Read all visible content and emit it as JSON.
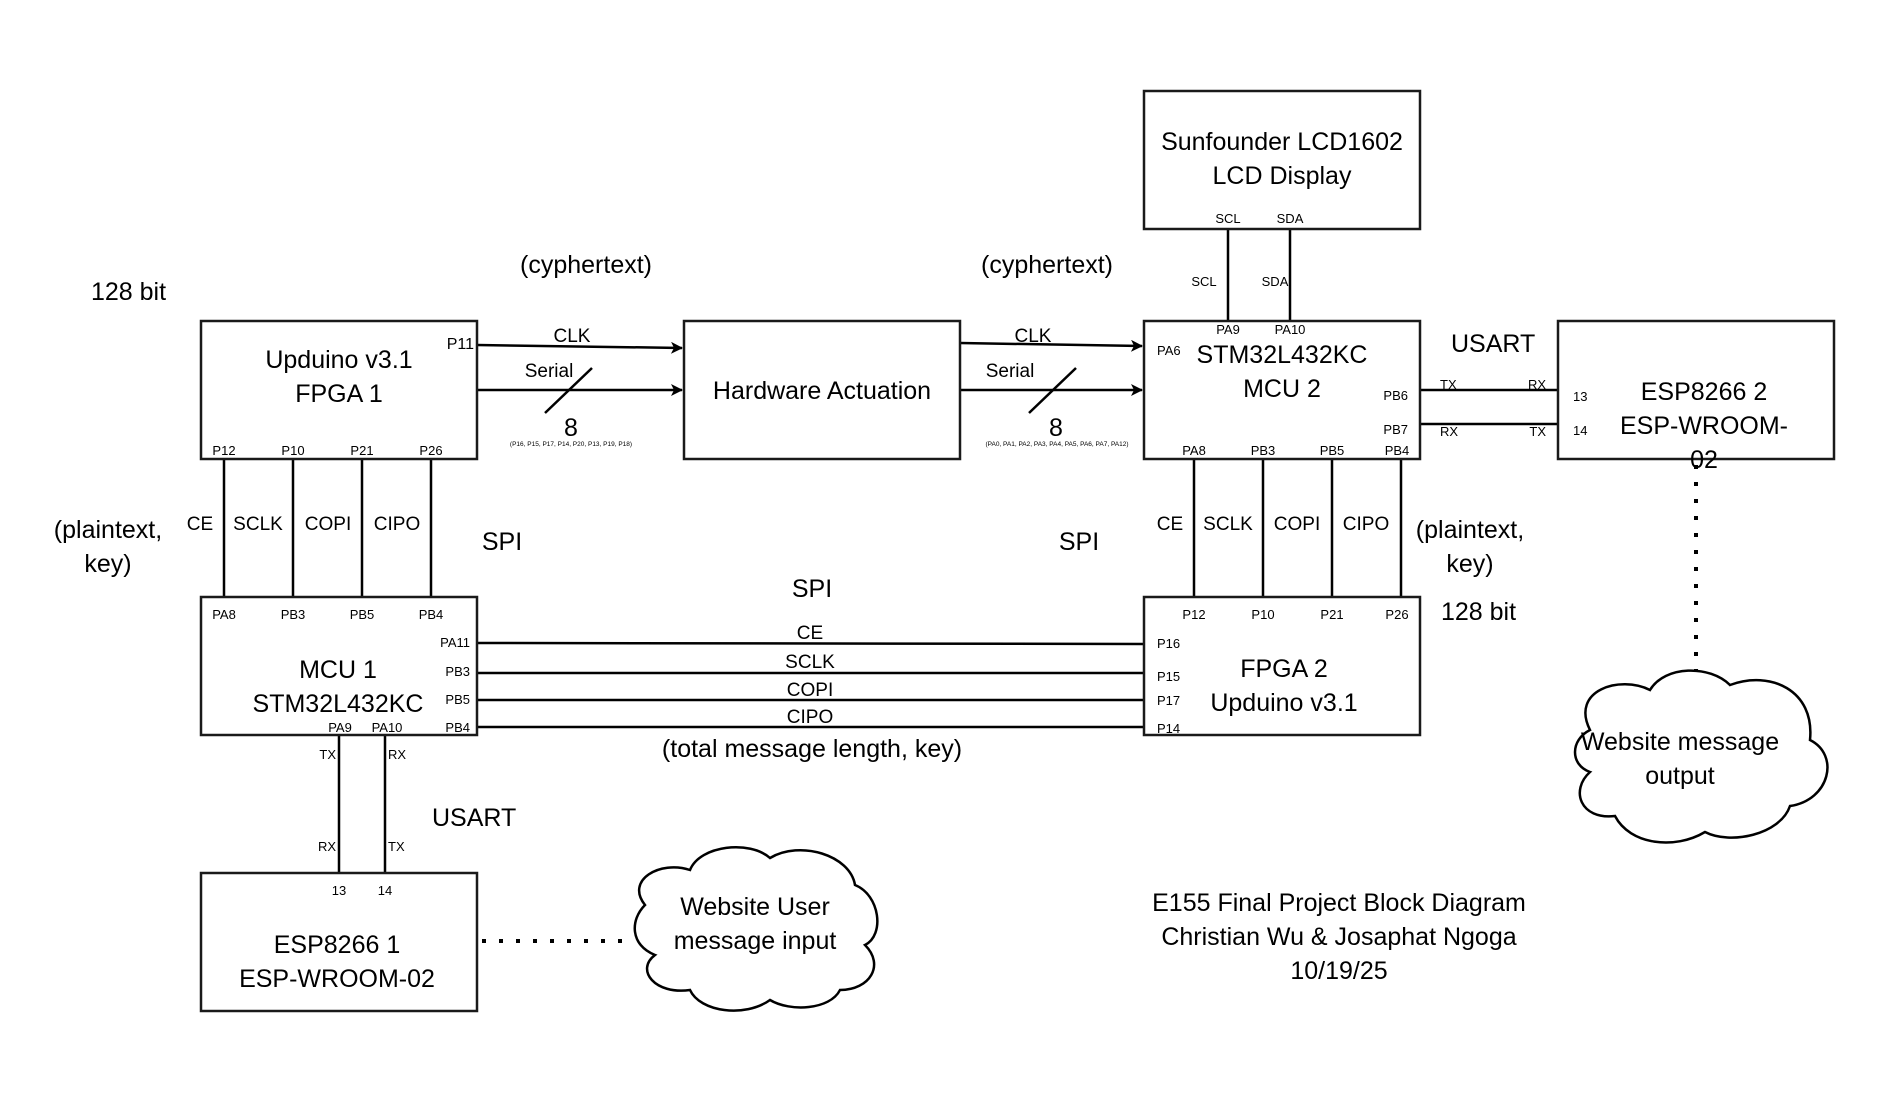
{
  "title": "E155 Final Project Block Diagram",
  "footer": {
    "line1": "E155 Final Project Block Diagram",
    "line2": "Christian Wu & Josaphat Ngoga",
    "line3": "10/19/25"
  },
  "blocks": {
    "fpga1": {
      "line1": "Upduino v3.1",
      "line2": "FPGA 1",
      "pins": {
        "clk": "P11",
        "bottom": [
          "P12",
          "P10",
          "P21",
          "P26"
        ]
      }
    },
    "hw": {
      "label": "Hardware Actuation"
    },
    "mcu2": {
      "line1": "STM32L432KC",
      "line2": "MCU 2",
      "pins": {
        "clk": "PA6",
        "top": [
          "PA9",
          "PA10"
        ],
        "right": [
          "PB6",
          "PB7"
        ],
        "bottom": [
          "PA8",
          "PB3",
          "PB5",
          "PB4"
        ]
      }
    },
    "lcd": {
      "line1": "Sunfounder LCD1602",
      "line2": "LCD Display",
      "pins": [
        "SCL",
        "SDA"
      ]
    },
    "esp2": {
      "line1": "ESP8266 2",
      "line2": "ESP-WROOM-02",
      "pins": [
        "13",
        "14"
      ]
    },
    "mcu1": {
      "line1": "MCU 1",
      "line2": "STM32L432KC",
      "pins": {
        "top": [
          "PA8",
          "PB3",
          "PB5",
          "PB4"
        ],
        "right": [
          "PA11",
          "PB3",
          "PB5",
          "PB4"
        ],
        "bottom": [
          "PA9",
          "PA10"
        ]
      }
    },
    "fpga2": {
      "line1": "FPGA 2",
      "line2": "Upduino v3.1",
      "pins": {
        "top": [
          "P12",
          "P10",
          "P21",
          "P26"
        ],
        "left": [
          "P16",
          "P15",
          "P17",
          "P14"
        ]
      }
    },
    "esp1": {
      "line1": "ESP8266 1",
      "line2": "ESP-WROOM-02",
      "pins": [
        "13",
        "14"
      ]
    }
  },
  "clouds": {
    "output": {
      "line1": "Website message",
      "line2": "output"
    },
    "input": {
      "line1": "Website User",
      "line2": "message input"
    }
  },
  "labels": {
    "bit128_left": "128 bit",
    "bit128_right": "128 bit",
    "cyphertext": "(cyphertext)",
    "plaintext_line1": "(plaintext,",
    "plaintext_line2": "key)",
    "spi": "SPI",
    "usart": "USART",
    "clk": "CLK",
    "serial": "Serial",
    "bus_width": "8",
    "bus_pins_left": "(P16, P15, P17, P14, P20, P13, P19, P18)",
    "bus_pins_right": "(PA0, PA1, PA2, PA3, PA4, PA5, PA6, PA7, PA12)",
    "spi_signals": [
      "CE",
      "SCLK",
      "COPI",
      "CIPO"
    ],
    "spi_mid_note": "(total message length, key)",
    "tx": "TX",
    "rx": "RX",
    "scl": "SCL",
    "sda": "SDA"
  }
}
